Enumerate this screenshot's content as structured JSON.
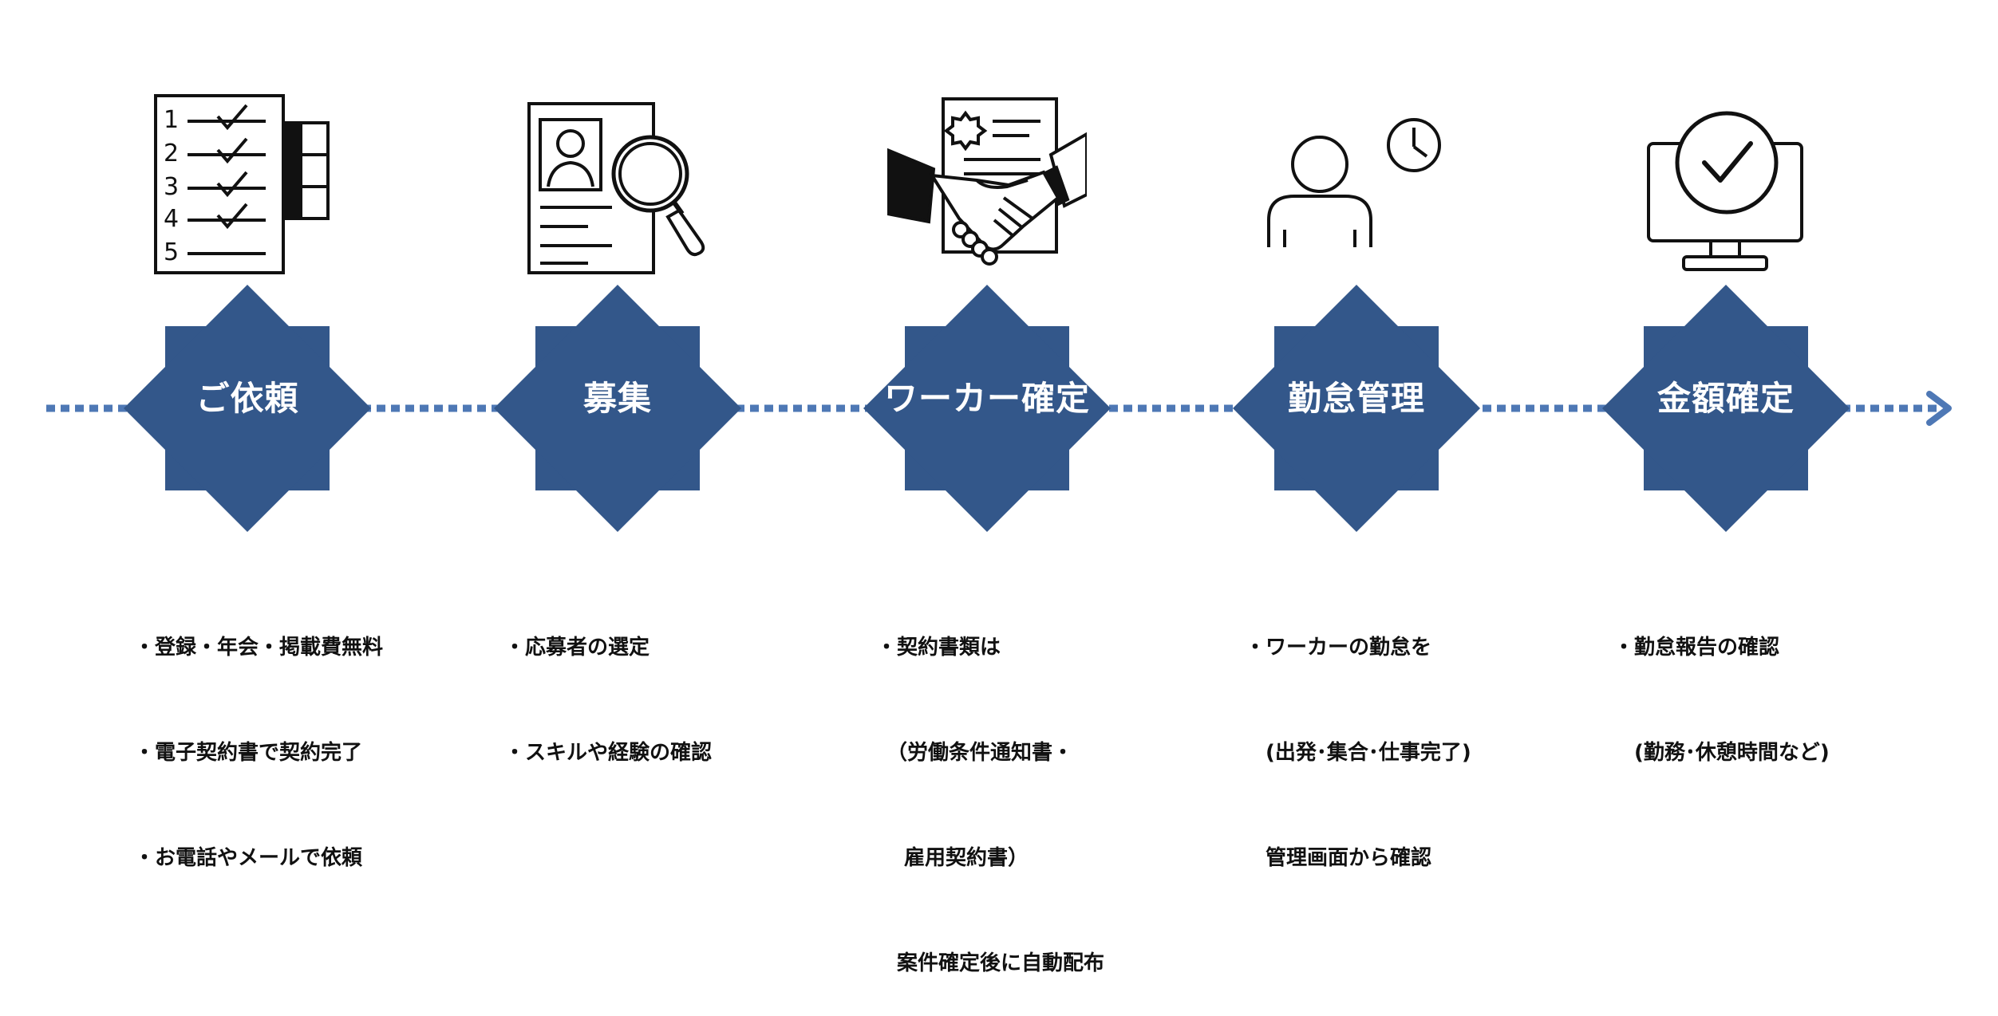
{
  "colors": {
    "accent": "#33578a",
    "ink": "#111111"
  },
  "steps": [
    {
      "title": "ご依頼",
      "icon": "checklist-icon",
      "lines": [
        "・登録・年会・掲載費無料",
        "・電子契約書で契約完了",
        "・お電話やメールで依頼"
      ]
    },
    {
      "title": "募集",
      "icon": "resume-search-icon",
      "lines": [
        "・応募者の選定",
        "・スキルや経験の確認"
      ]
    },
    {
      "title": "ワーカー確定",
      "icon": "handshake-contract-icon",
      "lines": [
        "・契約書類は",
        "　（労働条件通知書・",
        "　 雇用契約書）",
        "　案件確定後に自動配布"
      ]
    },
    {
      "title": "勤怠管理",
      "icon": "person-clock-icon",
      "lines": [
        "・ワーカーの勤怠を",
        "　(出発･集合･仕事完了)",
        "　管理画面から確認"
      ]
    },
    {
      "title": "金額確定",
      "icon": "monitor-check-icon",
      "lines": [
        "・勤怠報告の確認",
        "　(勤務･休憩時間など)"
      ]
    }
  ]
}
